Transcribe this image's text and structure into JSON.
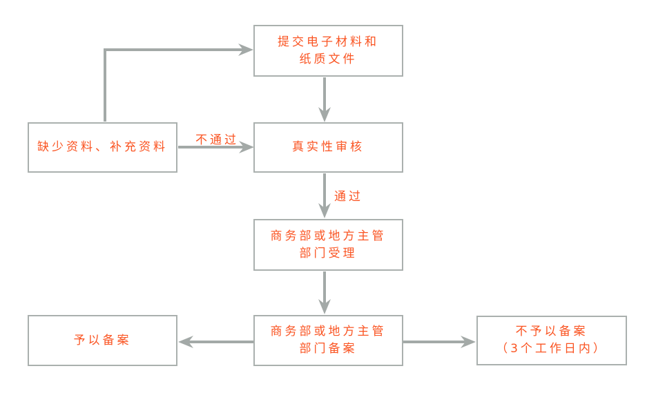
{
  "diagram": {
    "type": "flowchart",
    "nodes": {
      "submit": {
        "label": "提交电子材料和\n纸质文件"
      },
      "missing": {
        "label": "缺少资料、补充资料"
      },
      "review": {
        "label": "真实性审核"
      },
      "accept": {
        "label": "商务部或地方主管\n部门受理"
      },
      "file": {
        "label": "商务部或地方主管\n部门备案"
      },
      "approved": {
        "label": "予以备案"
      },
      "rejected": {
        "label": "不予以备案\n（3个工作日内）"
      }
    },
    "edge_labels": {
      "fail": "不通过",
      "pass": "通过"
    },
    "edges": [
      {
        "from": "submit",
        "to": "review",
        "label": ""
      },
      {
        "from": "missing",
        "to": "submit",
        "label": ""
      },
      {
        "from": "missing",
        "to": "review",
        "label": "不通过"
      },
      {
        "from": "review",
        "to": "accept",
        "label": "通过"
      },
      {
        "from": "accept",
        "to": "file",
        "label": ""
      },
      {
        "from": "file",
        "to": "approved",
        "label": ""
      },
      {
        "from": "file",
        "to": "rejected",
        "label": ""
      }
    ],
    "colors": {
      "text": "#fa5422",
      "box_border": "#aab0ae",
      "arrow": "#a3a9a7",
      "background": "#ffffff"
    }
  }
}
